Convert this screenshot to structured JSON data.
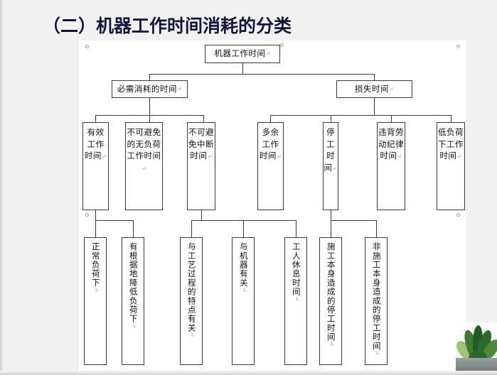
{
  "slide": {
    "title": "（二）机器工作时间消耗的分类",
    "background_color": "#f1f1f1",
    "panel_color": "#ffffff"
  },
  "diagram": {
    "type": "org-chart",
    "paragraph_mark": "↵",
    "root": {
      "label": "机器工作时间",
      "mark": "↵"
    },
    "level2": [
      {
        "label": "必需消耗的时间",
        "mark": "↵"
      },
      {
        "label": "损失时间",
        "mark": "↵"
      }
    ],
    "level3": [
      {
        "label": "有效工作时间",
        "mark": "↵"
      },
      {
        "label": "不可避免的无负荷工作时间",
        "mark": "↵"
      },
      {
        "label": "不可避免中断时间",
        "mark": "↵"
      },
      {
        "label": "多余工作时间",
        "mark": "↵"
      },
      {
        "label": "停工时间",
        "mark": "↵"
      },
      {
        "label": "违背劳动纪律时间",
        "mark": "↵"
      },
      {
        "label": "低负荷下工作时间",
        "mark": "↵"
      }
    ],
    "level4": [
      {
        "label": "正常负荷下",
        "mark": "↵"
      },
      {
        "label": "有根据地降低负荷下",
        "mark": "↵"
      },
      {
        "label": "与工艺过程的特点有关",
        "mark": "↵"
      },
      {
        "label": "与机器有关",
        "mark": "↵"
      },
      {
        "label": "工人休息时间",
        "mark": "↵"
      },
      {
        "label": "施工本身造成的停工时间",
        "mark": "↵"
      },
      {
        "label": "非施工本身造成的停工时间",
        "mark": "↵"
      }
    ],
    "colors": {
      "border": "#3a3a3a",
      "text": "#11110f",
      "handle": "#9b9b9b"
    }
  }
}
